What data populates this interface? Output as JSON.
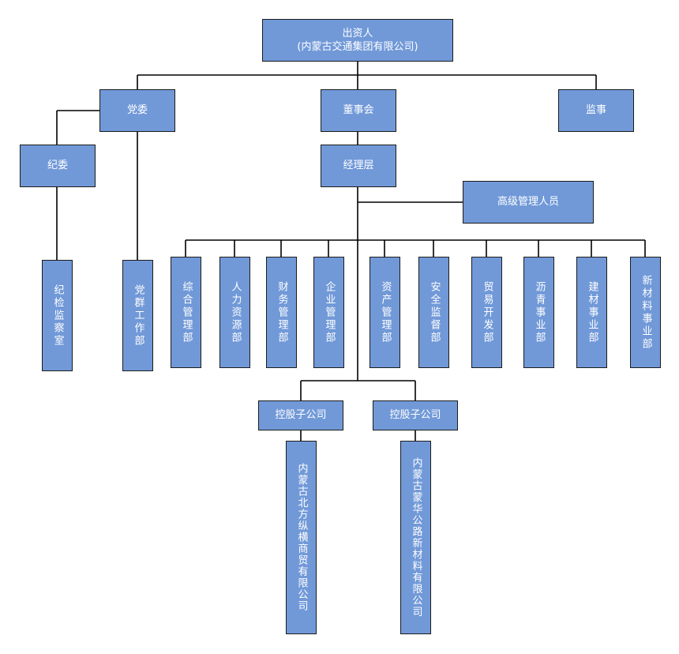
{
  "investor": {
    "title": "出资人",
    "subtitle": "(内蒙古交通集团有限公司)"
  },
  "party_committee": "党委",
  "board": "董事会",
  "supervisor": "监事",
  "discipline_committee": "纪委",
  "management": "经理层",
  "senior_management": "高级管理人员",
  "discipline_office": "纪检监察室",
  "party_work_dept": "党群工作部",
  "departments": [
    "综合管理部",
    "人力资源部",
    "财务管理部",
    "企业管理部",
    "资产管理部",
    "安全监督部",
    "贸易开发部",
    "沥青事业部",
    "建材事业部",
    "新材料事业部"
  ],
  "holding_companies": [
    {
      "label": "控股子公司",
      "name": "内蒙古北方纵横商贸有限公司"
    },
    {
      "label": "控股子公司",
      "name": "内蒙古蒙华公路新材料有限公司"
    }
  ]
}
